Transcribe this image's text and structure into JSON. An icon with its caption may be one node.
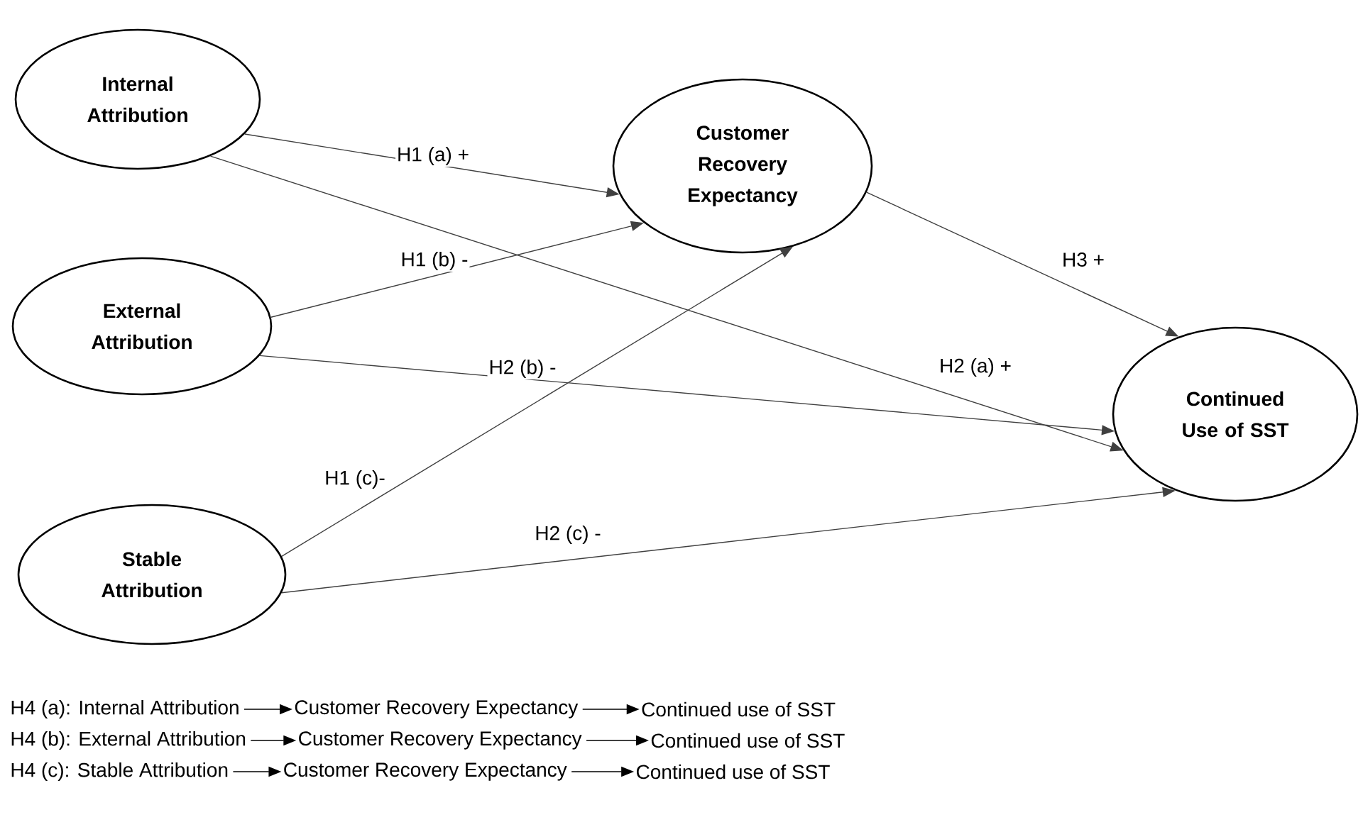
{
  "diagram": {
    "nodes": [
      {
        "text": [
          "Internal Attribution"
        ]
      },
      {
        "text": [
          "Customer Recovery Expectancy"
        ]
      },
      {
        "text": [
          "External Attribution"
        ]
      },
      {
        "text": [
          "Continued Use of SST"
        ]
      },
      {
        "text": [
          "Stable Attribution"
        ]
      },
      {
        "text": [
          "H4 (a): Internal Attribution"
        ]
      },
      {
        "text": [
          "Customer Recovery Expectancy"
        ]
      },
      {
        "text": [
          "Continued use of SST"
        ]
      },
      {
        "text": [
          "H4 (b): External Attribution"
        ]
      },
      {
        "text": [
          "Customer Recovery Expectancy"
        ]
      },
      {
        "text": [
          "Continued use of SST"
        ]
      },
      {
        "text": [
          "H4 (c): Stable Attribution"
        ]
      },
      {
        "text": [
          "Customer Recovery Expectancy"
        ]
      },
      {
        "text": [
          "Continued use of SST"
        ]
      }
    ],
    "edges": [
      {
        "from": 0,
        "to": 1,
        "arrow": "to",
        "label": "H1 (a) +"
      },
      {
        "from": 0,
        "to": 3,
        "arrow": "to",
        "label": "H2 (a) +"
      },
      {
        "from": 2,
        "to": 1,
        "arrow": "to",
        "label": "H1 (b) -"
      },
      {
        "from": 2,
        "to": 3,
        "arrow": "to",
        "label": "H2 (b) -"
      },
      {
        "from": 4,
        "to": 1,
        "arrow": "to",
        "label": "H1 (c)-"
      },
      {
        "from": 4,
        "to": 3,
        "arrow": "to",
        "label": "H2 (c) -"
      },
      {
        "from": 1,
        "to": 3,
        "arrow": "to",
        "label": "H3 +"
      },
      {
        "from": 5,
        "to": 6,
        "arrow": "to"
      },
      {
        "from": 6,
        "to": 7,
        "arrow": "to"
      },
      {
        "from": 8,
        "to": 9,
        "arrow": "to"
      },
      {
        "from": 9,
        "to": 10,
        "arrow": "to"
      },
      {
        "from": 11,
        "to": 12,
        "arrow": "to"
      },
      {
        "from": 12,
        "to": 13,
        "arrow": "to"
      }
    ]
  }
}
